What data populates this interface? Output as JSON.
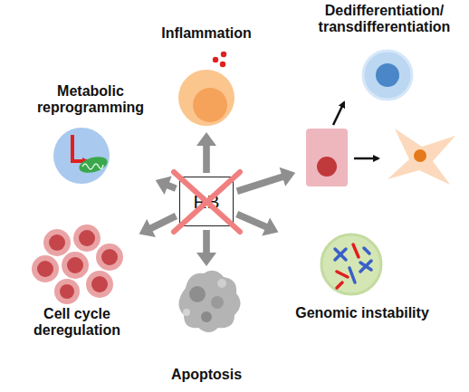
{
  "diagram": {
    "nodes": [
      {
        "text": [
          "Inflammation"
        ]
      },
      {
        "text": [
          "Dedifferentiation/ transdifferentiation"
        ]
      },
      {
        "text": [
          "Metabolic reprogramming"
        ]
      },
      {
        "text": [
          "RB"
        ]
      },
      {
        "text": [
          "Cell cycle deregulation"
        ]
      },
      {
        "text": [
          "Genomic instability"
        ]
      },
      {
        "text": [
          "Apoptosis"
        ]
      }
    ],
    "edges": [
      {
        "from": 3,
        "to": 0,
        "arrow": "to"
      },
      {
        "from": 3,
        "to": 1,
        "arrow": "to"
      },
      {
        "from": 3,
        "to": 2,
        "arrow": "to"
      },
      {
        "from": 3,
        "to": 4,
        "arrow": "to"
      },
      {
        "from": 3,
        "to": 5,
        "arrow": "to"
      },
      {
        "from": 3,
        "to": 6,
        "arrow": "to"
      }
    ]
  }
}
